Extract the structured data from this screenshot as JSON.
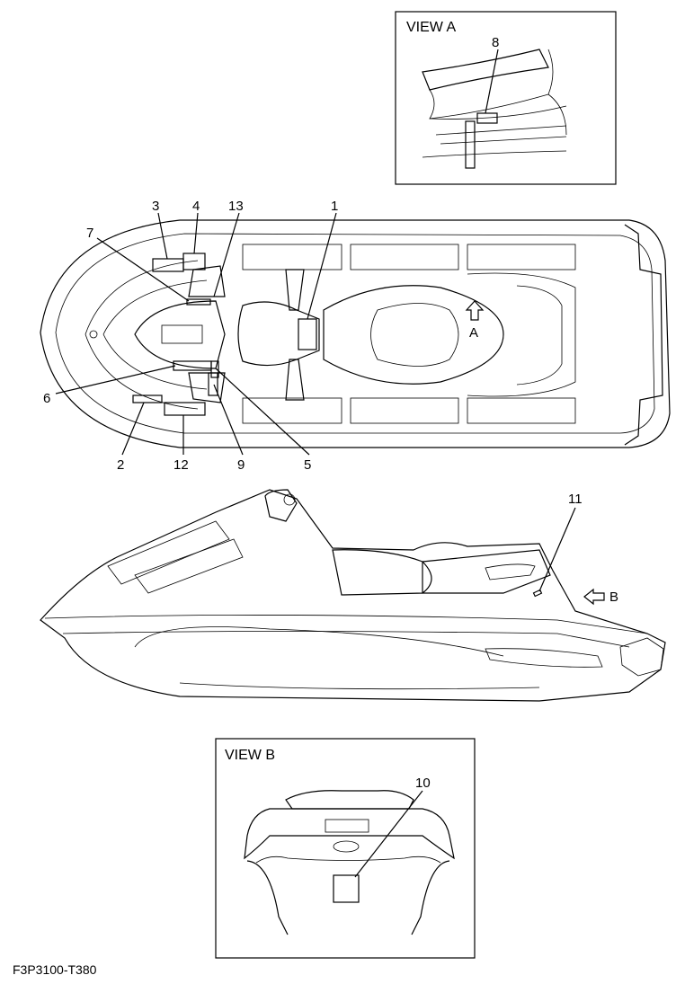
{
  "views": {
    "view_a": {
      "title": "VIEW A",
      "callout": "8"
    },
    "view_b": {
      "title": "VIEW B",
      "callout": "10"
    }
  },
  "top_view": {
    "callouts": {
      "c1": "1",
      "c2": "2",
      "c3": "3",
      "c4": "4",
      "c5": "5",
      "c6": "6",
      "c7": "7",
      "c9": "9",
      "c12": "12",
      "c13": "13"
    },
    "arrow_label": "A"
  },
  "side_view": {
    "callouts": {
      "c11": "11"
    },
    "arrow_label": "B"
  },
  "figure_code": "F3P3100-T380"
}
